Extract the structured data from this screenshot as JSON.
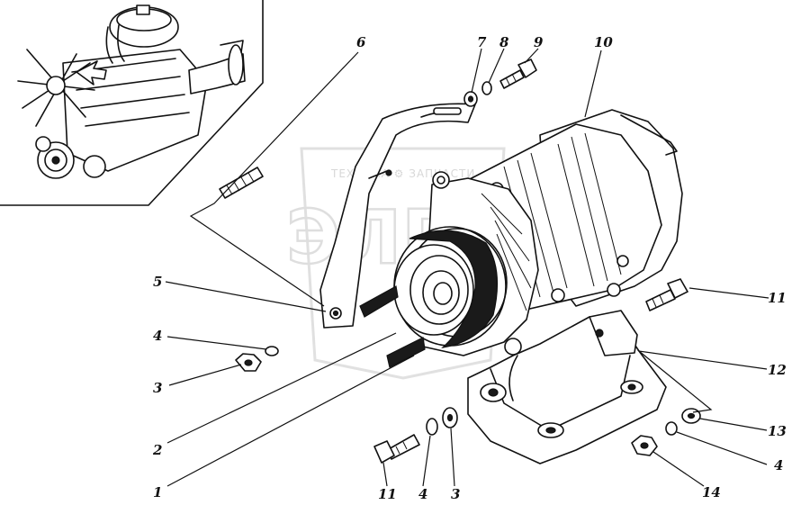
{
  "watermark": {
    "text": "ТЕХНИКА ⚙ ЗАПЧАСТИ",
    "logo": "ЭЛР"
  },
  "callouts": {
    "c1": "1",
    "c2": "2",
    "c3a": "3",
    "c3b": "3",
    "c4a": "4",
    "c4b": "4",
    "c4c": "4",
    "c5": "5",
    "c6": "6",
    "c7": "7",
    "c8": "8",
    "c9": "9",
    "c10": "10",
    "c11a": "11",
    "c11b": "11",
    "c12": "12",
    "c13": "13",
    "c14": "14"
  }
}
